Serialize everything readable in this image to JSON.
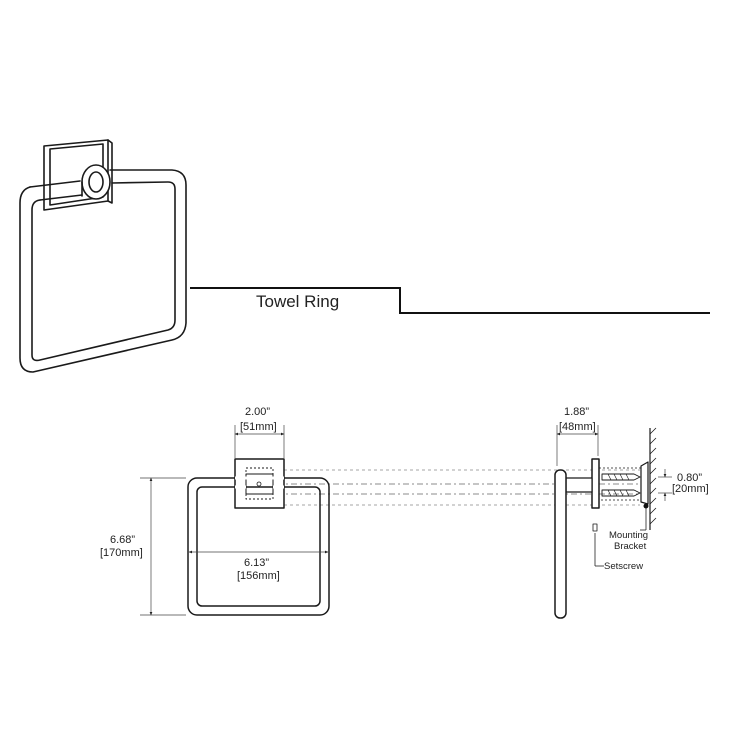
{
  "title": "Towel Ring",
  "dimensions": {
    "backplate_width": {
      "imperial": "2.00”",
      "metric": "[51mm]"
    },
    "projection": {
      "imperial": "1.88”",
      "metric": "[48mm]"
    },
    "height": {
      "imperial": "6.68”",
      "metric": "[170mm]"
    },
    "ring_width": {
      "imperial": "6.13”",
      "metric": "[156mm]"
    },
    "screw_spacing": {
      "imperial": "0.80”",
      "metric": "[20mm]"
    }
  },
  "callouts": {
    "mounting_bracket_line1": "Mounting",
    "mounting_bracket_line2": "Bracket",
    "setscrew": "Setscrew"
  },
  "colors": {
    "line": "#1a1a1a",
    "background": "#ffffff"
  }
}
